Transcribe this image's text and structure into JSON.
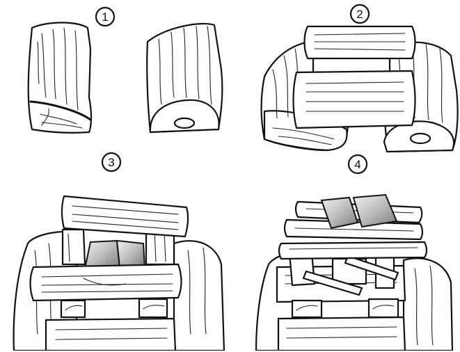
{
  "steps": [
    {
      "number": "1"
    },
    {
      "number": "2"
    },
    {
      "number": "3"
    },
    {
      "number": "4"
    }
  ],
  "colors": {
    "ink": "#111111",
    "paper": "#ffffff",
    "metal_light": "#e6e6e6",
    "metal_dark": "#8c8c8c"
  },
  "icons": [
    "log-icon",
    "plank-icon",
    "metal-block-icon"
  ]
}
